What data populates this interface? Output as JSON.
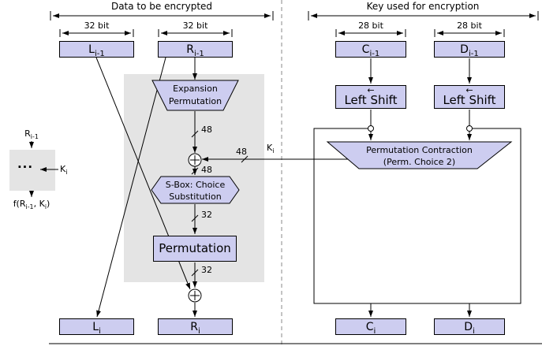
{
  "colors": {
    "box_fill": "#cdcdf0",
    "region_fill": "#e4e4e4",
    "line": "#000000",
    "separator": "#8a8a8a"
  },
  "headers": {
    "left": "Data to be encrypted",
    "right": "Key used for encryption"
  },
  "bit_labels": {
    "l1": "32 bit",
    "l2": "32 bit",
    "r1": "28 bit",
    "r2": "28 bit"
  },
  "boxes": {
    "l_prev": {
      "base": "L",
      "sub": "i-1"
    },
    "r_prev": {
      "base": "R",
      "sub": "i-1"
    },
    "c_prev": {
      "base": "C",
      "sub": "i-1"
    },
    "d_prev": {
      "base": "D",
      "sub": "i-1"
    },
    "l_next": {
      "base": "L",
      "sub": "i"
    },
    "r_next": {
      "base": "R",
      "sub": "i"
    },
    "c_next": {
      "base": "C",
      "sub": "i"
    },
    "d_next": {
      "base": "D",
      "sub": "i"
    }
  },
  "shapes": {
    "expansion": {
      "line1": "Expansion",
      "line2": "Permutation"
    },
    "sbox": {
      "line1": "S-Box: Choice",
      "line2": "Substitution"
    },
    "permutation": {
      "label": "Permutation"
    },
    "left_shift": {
      "label": "Left Shift"
    },
    "pc2": {
      "line1": "Permutation Contraction",
      "line2": "(Perm. Choice 2)"
    }
  },
  "wire_labels": {
    "exp_out": "48",
    "sbox_in": "48",
    "key": "48",
    "sbox_out": "32",
    "perm_out": "32",
    "key_name": {
      "base": "K",
      "sub": "i"
    }
  },
  "legend": {
    "input": {
      "base": "R",
      "sub": "i-1"
    },
    "dots": "···",
    "key": {
      "base": "K",
      "sub": "i"
    },
    "output": {
      "pre": "f(R",
      "sub1": "i-1",
      "mid": ", K",
      "sub2": "i",
      "post": ")"
    }
  },
  "icons": {
    "left_shift_arrow": "←"
  }
}
